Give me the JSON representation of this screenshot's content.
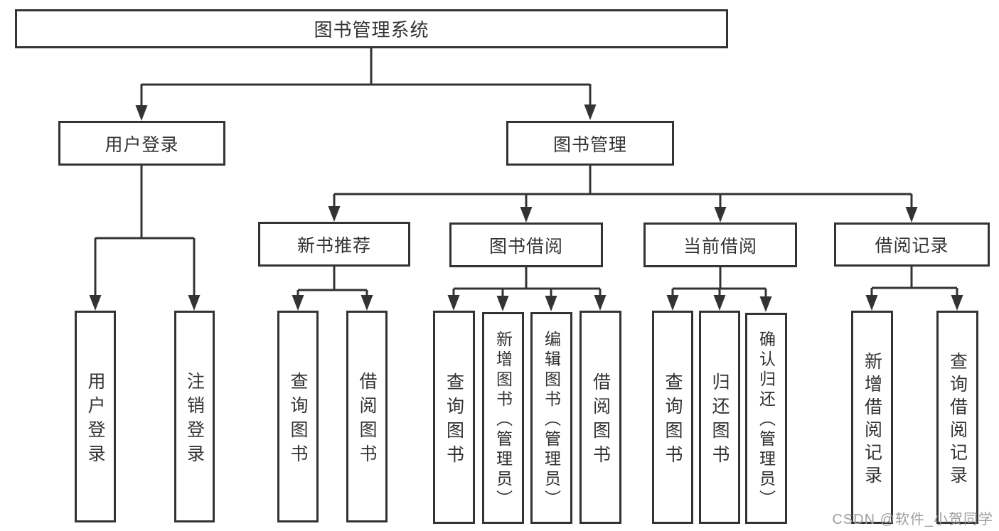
{
  "diagram": {
    "title": "图书管理系统",
    "nodes": {
      "root": "图书管理系统",
      "user_login": "用户登录",
      "book_mgmt": "图书管理",
      "new_book": "新书推荐",
      "book_borrow": "图书借阅",
      "current_borrow": "当前借阅",
      "borrow_record": "借阅记录",
      "user_login_children": [
        "用户登录",
        "注销登录"
      ],
      "new_book_children": [
        "查询图书",
        "借阅图书"
      ],
      "book_borrow_children": [
        "查询图书",
        "新增图书（管理员）",
        "编辑图书（管理员）",
        "借阅图书"
      ],
      "current_borrow_children": [
        "查询图书",
        "归还图书",
        "确认归还（管理员）"
      ],
      "borrow_record_children": [
        "新增借阅记录",
        "查询借阅记录"
      ]
    },
    "colors": {
      "line": "#333333",
      "background": "#ffffff",
      "watermark_text": "#9e9e9e"
    },
    "watermark": "CSDN @软件_小贺同学"
  }
}
